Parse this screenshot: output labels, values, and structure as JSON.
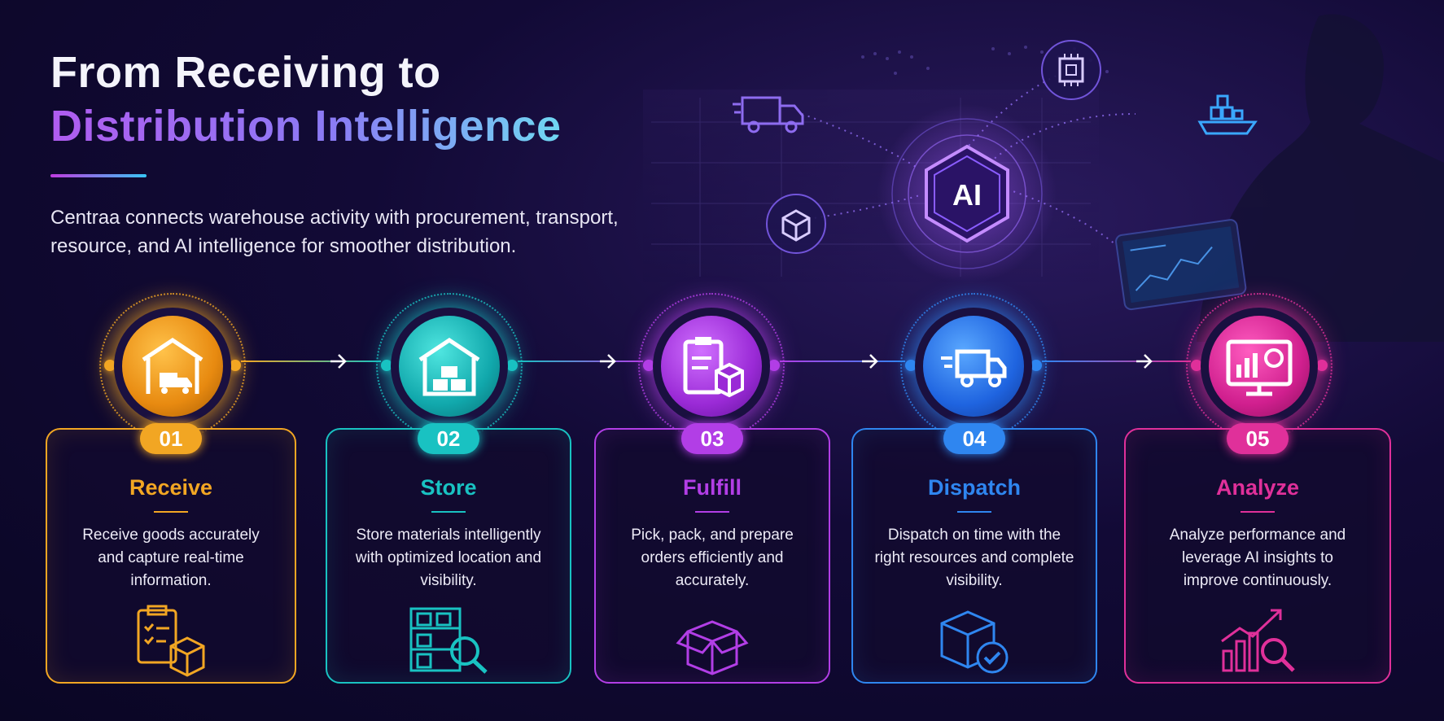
{
  "header": {
    "title_line1": "From Receiving to",
    "title_line2": "Distribution Intelligence",
    "subtitle": "Centraa connects warehouse activity with procurement, transport, resource, and AI intelligence for smoother distribution."
  },
  "hero": {
    "ai_label": "AI"
  },
  "steps": [
    {
      "number": "01",
      "title": "Receive",
      "description": "Receive goods accurately and capture real-time information.",
      "color": "#f2a623"
    },
    {
      "number": "02",
      "title": "Store",
      "description": "Store materials intelligently with optimized location and visibility.",
      "color": "#19c2c2"
    },
    {
      "number": "03",
      "title": "Fulfill",
      "description": "Pick, pack, and prepare orders efficiently and accurately.",
      "color": "#b23ee6"
    },
    {
      "number": "04",
      "title": "Dispatch",
      "description": "Dispatch on time with the right resources and complete visibility.",
      "color": "#2f86f0"
    },
    {
      "number": "05",
      "title": "Analyze",
      "description": "Analyze performance and leverage AI insights to improve continuously.",
      "color": "#e0309a"
    }
  ]
}
